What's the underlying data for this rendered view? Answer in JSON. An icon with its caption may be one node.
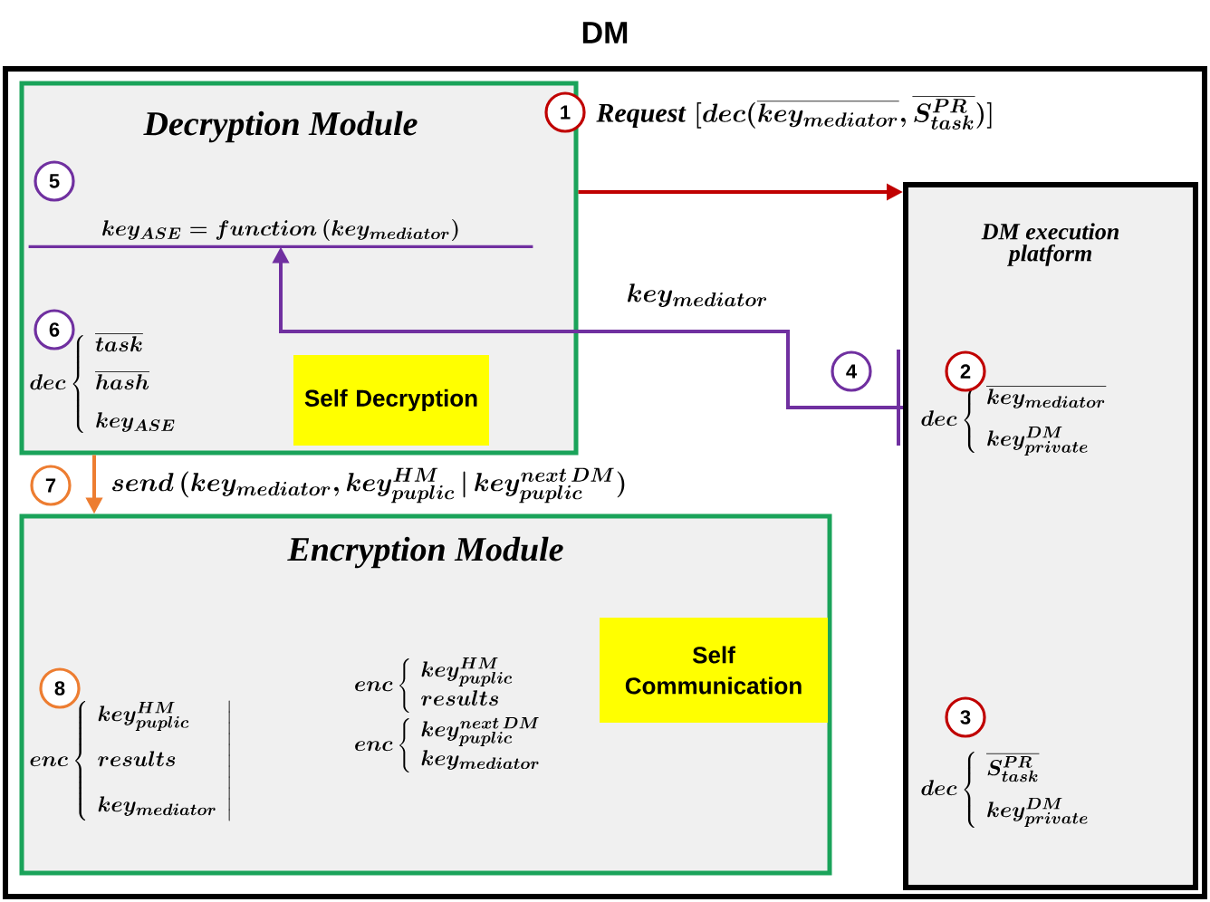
{
  "diagram": {
    "nodes": [
      {
        "text": [
          "DM"
        ]
      },
      {
        "text": [
          "1"
        ],
        "in": 0
      },
      {
        "text": [
          "Decryption Module",
          "dec\\left\\{\\begin{array}{l}\\overline{task}\\\\[6pt]\\overline{hash}\\\\[6pt]key_{ASE}\\end{array}\\right."
        ],
        "in": 0
      },
      {
        "text": [
          "5"
        ],
        "in": 2
      },
      {
        "text": [
          "key_{ASE}=function\\,(key_{mediator})"
        ],
        "in": 2
      },
      {
        "text": [
          "6"
        ],
        "in": 2
      },
      {
        "text": [
          "Self Decryption"
        ],
        "in": 2
      },
      {
        "text": [
          "DM execution platform",
          "dec\\left\\{\\begin{array}{l}\\overline{key_{mediator}}\\\\[8pt]key^{DM}_{private}\\end{array}\\right.",
          "dec\\left\\{\\begin{array}{l}\\overline{S^{PR}_{task}}\\\\[8pt]key^{DM}_{private}\\end{array}\\right."
        ],
        "in": 0
      },
      {
        "text": [
          "2"
        ],
        "in": 7
      },
      {
        "text": [
          "4"
        ],
        "in": 0
      },
      {
        "text": [
          "3"
        ],
        "in": 7
      },
      {
        "text": [
          "7"
        ],
        "in": 0
      },
      {
        "text": [
          "Encryption Module",
          "enc\\left\\{\\begin{array}{l}key^{HM}_{puplic}\\\\[10pt]results\\\\[10pt]key_{mediator}\\end{array}\\right|",
          "\\begin{array}{l}enc\\left\\{\\begin{array}{l}key^{HM}_{puplic}\\\\ results\\end{array}\\right.\\\\[10pt]enc\\left\\{\\begin{array}{l}key^{next\\,DM}_{puplic}\\\\ key_{mediator}\\end{array}\\right.\\end{array}"
        ],
        "in": 0
      },
      {
        "text": [
          "8"
        ],
        "in": 12
      },
      {
        "text": [
          "Self Communication"
        ],
        "in": 12
      }
    ],
    "edges": [
      {
        "from": 2,
        "to": 7,
        "arrow": "to",
        "color": "#c00000",
        "label": "\\mathit{Request}\\;[dec(\\overline{key_{mediator}},\\overline{S^{PR}_{task}})]"
      },
      {
        "from": 7,
        "to": 4,
        "arrow": "to",
        "color": "#7030a0",
        "label": "key_{mediator}"
      },
      {
        "from": 2,
        "to": 12,
        "arrow": "to",
        "color": "#ed7d31",
        "label": "send\\,(key_{mediator},key^{HM}_{puplic}\\,\\Big|\\,key^{next\\,DM}_{puplic})"
      }
    ]
  }
}
